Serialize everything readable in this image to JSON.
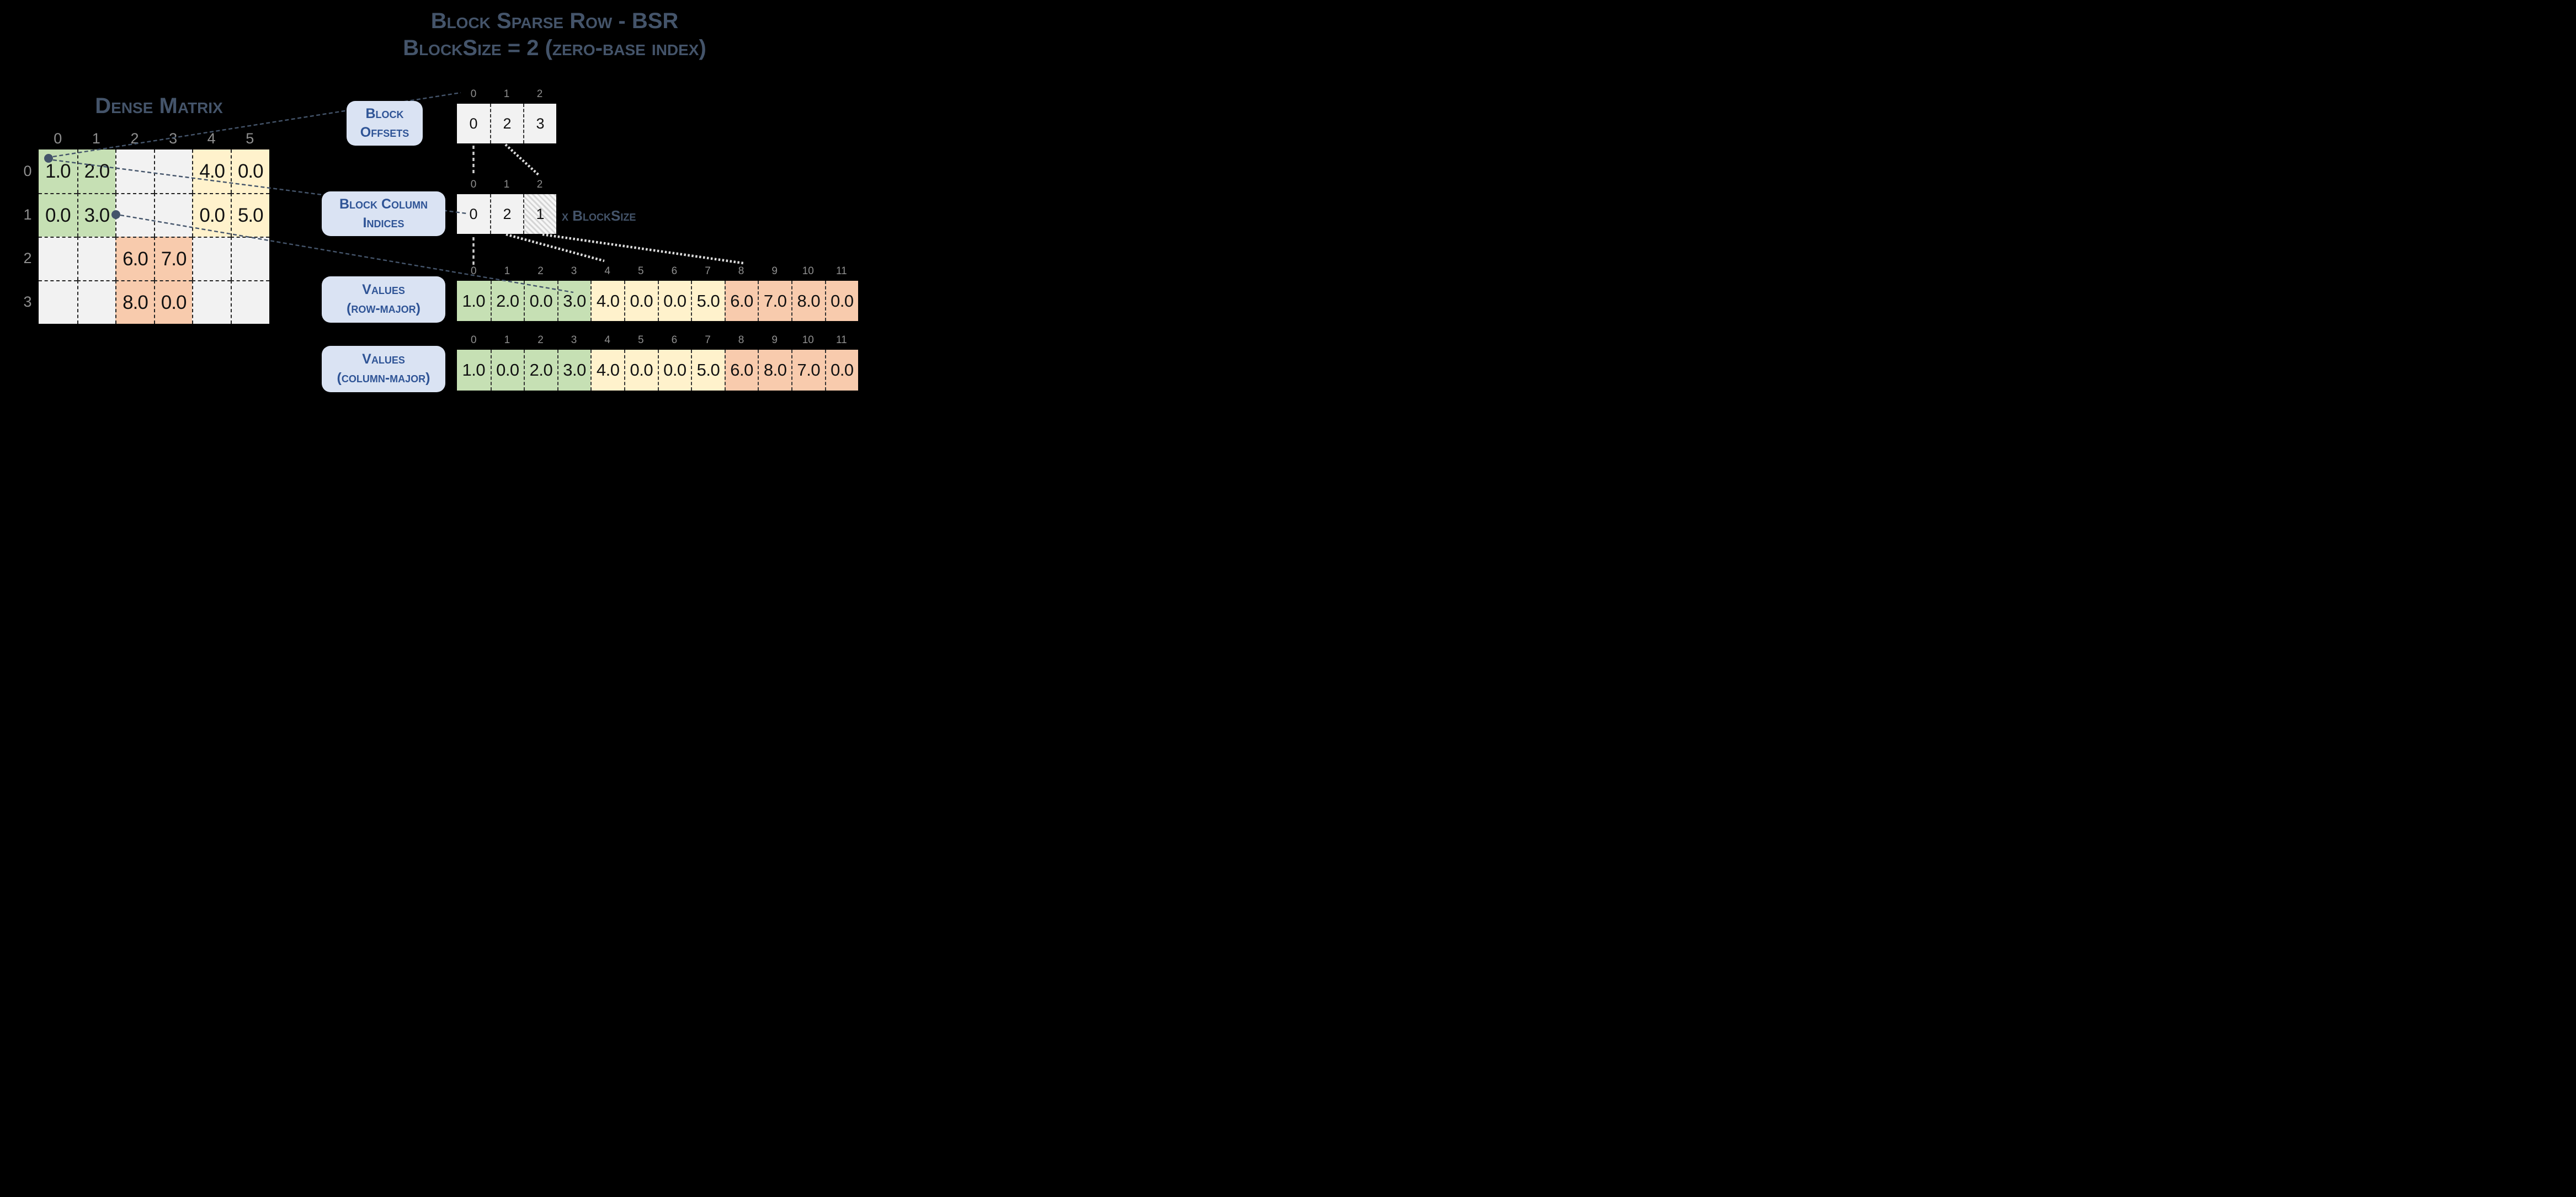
{
  "title": {
    "line1": "Block Sparse Row - BSR",
    "line2": "BlockSize = 2 (zero-base index)"
  },
  "dense_matrix": {
    "title": "Dense Matrix",
    "col_headers": [
      "0",
      "1",
      "2",
      "3",
      "4",
      "5"
    ],
    "row_headers": [
      "0",
      "1",
      "2",
      "3"
    ],
    "cells": [
      [
        "1.0",
        "2.0",
        "",
        "",
        "4.0",
        "0.0"
      ],
      [
        "0.0",
        "3.0",
        "",
        "",
        "0.0",
        "5.0"
      ],
      [
        "",
        "",
        "6.0",
        "7.0",
        "",
        ""
      ],
      [
        "",
        "",
        "8.0",
        "0.0",
        "",
        ""
      ]
    ],
    "cell_colors": [
      [
        "green",
        "green",
        "empty",
        "empty",
        "yellow",
        "yellow"
      ],
      [
        "green",
        "green",
        "empty",
        "empty",
        "yellow",
        "yellow"
      ],
      [
        "empty",
        "empty",
        "orange",
        "orange",
        "empty",
        "empty"
      ],
      [
        "empty",
        "empty",
        "orange",
        "orange",
        "empty",
        "empty"
      ]
    ]
  },
  "block_offsets": {
    "label_lines": [
      "Block",
      "Offsets"
    ],
    "indices": [
      "0",
      "1",
      "2"
    ],
    "values": [
      "0",
      "2",
      "3"
    ]
  },
  "block_column_indices": {
    "label_lines": [
      "Block Column",
      "Indices"
    ],
    "indices": [
      "0",
      "1",
      "2"
    ],
    "values": [
      "0",
      "2",
      "1"
    ],
    "hatched_index": 2,
    "note": "x BlockSize"
  },
  "values_row_major": {
    "label_lines": [
      "Values",
      "(row-major)"
    ],
    "indices": [
      "0",
      "1",
      "2",
      "3",
      "4",
      "5",
      "6",
      "7",
      "8",
      "9",
      "10",
      "11"
    ],
    "values": [
      "1.0",
      "2.0",
      "0.0",
      "3.0",
      "4.0",
      "0.0",
      "0.0",
      "5.0",
      "6.0",
      "7.0",
      "8.0",
      "0.0"
    ],
    "cell_colors": [
      "green",
      "green",
      "green",
      "green",
      "yellow",
      "yellow",
      "yellow",
      "yellow",
      "orange",
      "orange",
      "orange",
      "orange"
    ]
  },
  "values_column_major": {
    "label_lines": [
      "Values",
      "(column-major)"
    ],
    "indices": [
      "0",
      "1",
      "2",
      "3",
      "4",
      "5",
      "6",
      "7",
      "8",
      "9",
      "10",
      "11"
    ],
    "values": [
      "1.0",
      "0.0",
      "2.0",
      "3.0",
      "4.0",
      "0.0",
      "0.0",
      "5.0",
      "6.0",
      "8.0",
      "7.0",
      "0.0"
    ],
    "cell_colors": [
      "green",
      "green",
      "green",
      "green",
      "yellow",
      "yellow",
      "yellow",
      "yellow",
      "orange",
      "orange",
      "orange",
      "orange"
    ]
  },
  "palette": {
    "bg": "#000000",
    "heading": "#44546A",
    "label_bg": "#DAE3F3",
    "label_text": "#2F5496",
    "index_gray": "#8F8F8F",
    "green": "#C6E0B4",
    "yellow": "#FFF2CC",
    "orange": "#F8CBAD",
    "empty": "#F2F2F2",
    "connector_dark": "#44546A",
    "connector_light": "#CFCFCF"
  }
}
